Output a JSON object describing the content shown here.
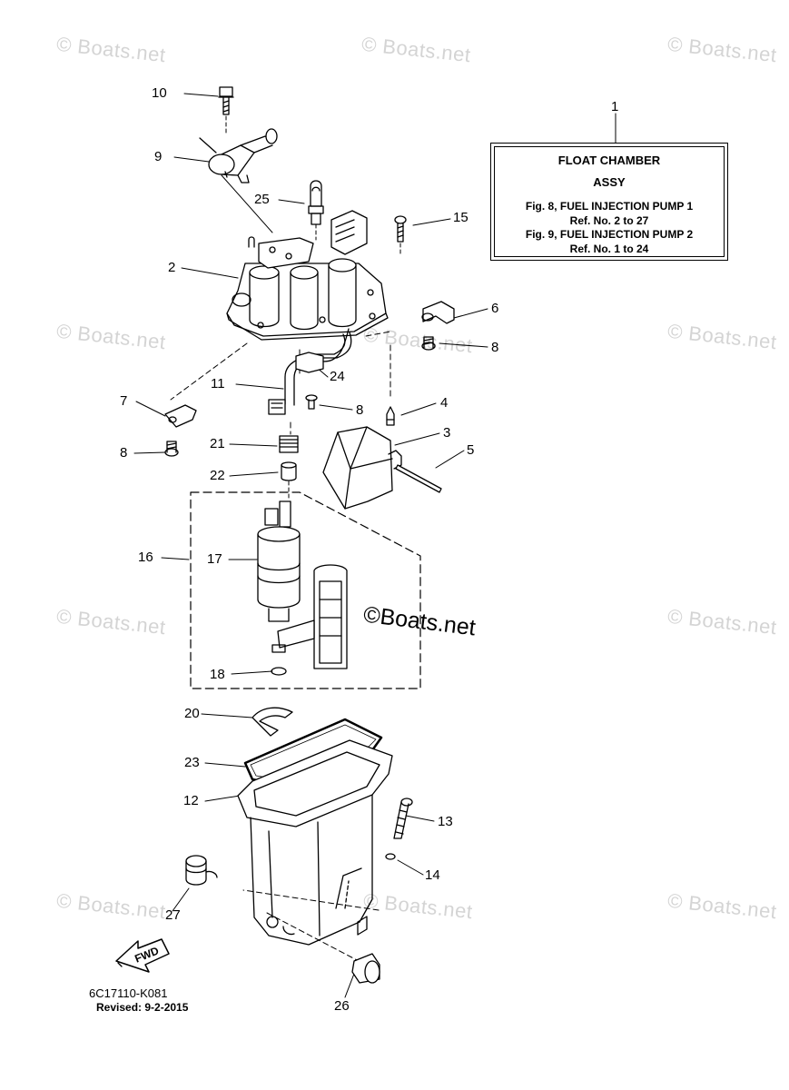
{
  "watermark": "© Boats.net",
  "watermark_center": "©Boats.net",
  "info_box": {
    "title_line1": "FLOAT CHAMBER",
    "title_line2": "ASSY",
    "line3": "Fig. 8, FUEL INJECTION PUMP 1",
    "line4": "Ref. No. 2 to 27",
    "line5": "Fig. 9, FUEL INJECTION PUMP 2",
    "line6": "Ref. No. 1 to 24"
  },
  "callouts": {
    "c1": "1",
    "c2": "2",
    "c3": "3",
    "c4": "4",
    "c5": "5",
    "c6": "6",
    "c7": "7",
    "c8a": "8",
    "c8b": "8",
    "c8c": "8",
    "c9": "9",
    "c10": "10",
    "c11": "11",
    "c12": "12",
    "c13": "13",
    "c14": "14",
    "c15": "15",
    "c16": "16",
    "c17": "17",
    "c18": "18",
    "c20": "20",
    "c21": "21",
    "c22": "22",
    "c23": "23",
    "c24": "24",
    "c25": "25",
    "c26": "26",
    "c27": "27"
  },
  "fwd_label": "FWD",
  "footer": {
    "part_code": "6C17110-K081",
    "revised": "Revised: 9-2-2015"
  }
}
